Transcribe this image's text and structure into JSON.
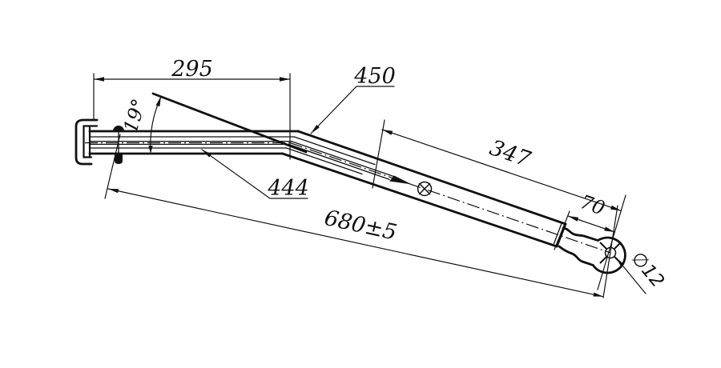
{
  "drawing": {
    "description": "engineering-drawing-of-bent-tube-rod-assembly",
    "background": "#ffffff",
    "line_color": "#111111",
    "labels": {
      "dim_295": "295",
      "angle_19": "19°",
      "leader_450": "450",
      "leader_444": "444",
      "dim_680": "680±5",
      "dim_347": "347",
      "dim_70": "70",
      "dia_12": "∅12"
    }
  }
}
